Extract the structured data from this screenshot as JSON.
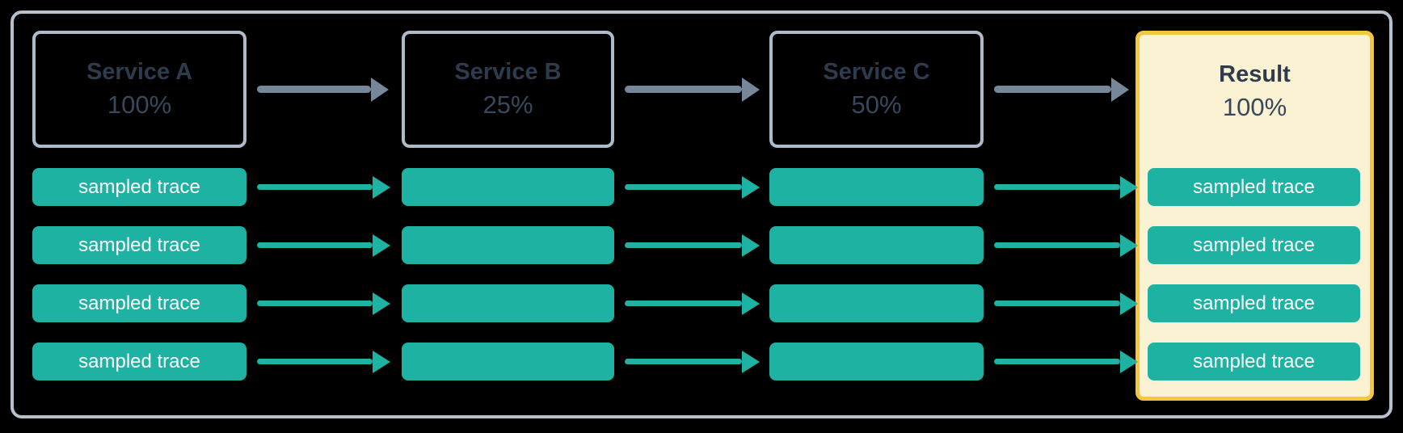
{
  "diagram": {
    "services": [
      {
        "title": "Service A",
        "rate": "100%"
      },
      {
        "title": "Service B",
        "rate": "25%"
      },
      {
        "title": "Service C",
        "rate": "50%"
      }
    ],
    "result": {
      "title": "Result",
      "rate": "100%"
    },
    "source_traces": [
      "sampled trace",
      "sampled trace",
      "sampled trace",
      "sampled trace"
    ],
    "result_traces": [
      "sampled trace",
      "sampled trace",
      "sampled trace",
      "sampled trace"
    ],
    "colors": {
      "trace_teal": "#1EB2A2",
      "arrow_gray": "#76879A",
      "service_border": "#AFBBC8",
      "frame_border": "#B6C1CD",
      "result_fill": "#FBF1D3",
      "result_border": "#F5C640",
      "title_text": "#2E3B4C",
      "rate_text": "#38485C",
      "trace_text": "#FFFFFF"
    }
  }
}
